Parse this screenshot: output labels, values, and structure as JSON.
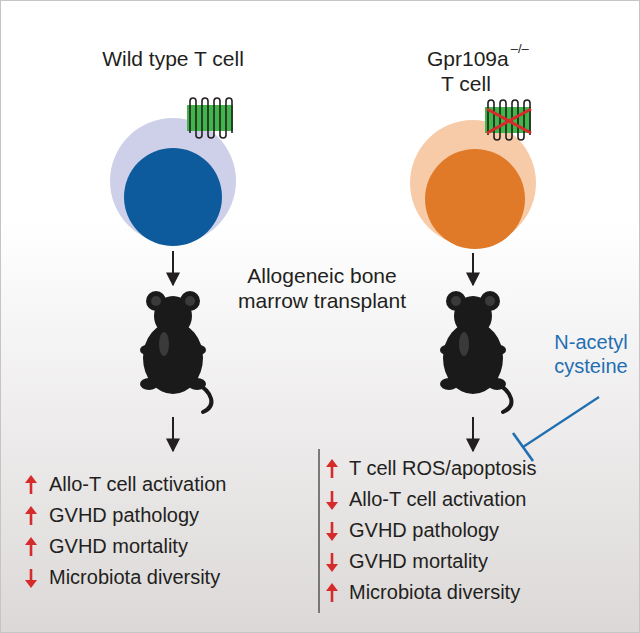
{
  "diagram": {
    "labels": [
      "Wild type T cell",
      "Gpr109a",
      "–/–",
      "T cell",
      "Allogeneic bone marrow transplant",
      "N-acetyl cysteine",
      "Allo-T cell activation",
      "GVHD pathology",
      "GVHD mortality",
      "Microbiota diversity",
      "T cell ROS/apoptosis",
      "Allo-T cell activation",
      "GVHD pathology",
      "GVHD mortality",
      "Microbiota diversity"
    ]
  }
}
